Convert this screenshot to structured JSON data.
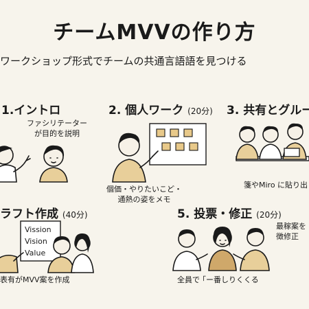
{
  "title": "チームMVVの作り方",
  "subtitle": "ワークショップ形式でチームの共通言語語を見つける",
  "steps": [
    {
      "number": "1.",
      "label": "イントロ",
      "duration": "",
      "caption_lines": [
        "ファシリテーター",
        "が目的を説明"
      ]
    },
    {
      "number": "2.",
      "label": "個人ワーク",
      "duration": "(20分)",
      "caption_lines": [
        "個価・やりたいこど・",
        "通熱の姿をメモ"
      ]
    },
    {
      "number": "3.",
      "label": "共有とグルー",
      "duration": "",
      "caption_lines": [
        "箋やMiro に貼り出"
      ]
    },
    {
      "number": "",
      "label": "ラフト作成",
      "duration": "(40分)",
      "caption_lines": [
        "表有がMVV案を作成"
      ],
      "board_lines": [
        "Vission",
        "Vision",
        "Value"
      ]
    },
    {
      "number": "5.",
      "label": "投票・修正",
      "duration": "(20分)",
      "caption_lines": [
        "全員で ｢ー番しりくくる"
      ],
      "side_lines": [
        "最稼案を",
        "徴修正"
      ]
    }
  ]
}
